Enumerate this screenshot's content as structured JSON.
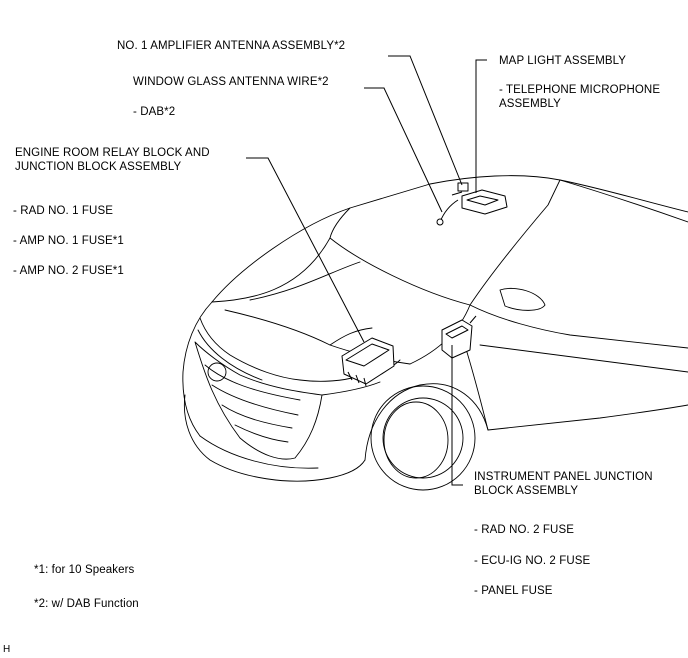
{
  "callouts": {
    "amp_antenna": "NO. 1 AMPLIFIER ANTENNA ASSEMBLY*2",
    "glass_antenna": "WINDOW GLASS ANTENNA WIRE*2",
    "dab": "- DAB*2",
    "map_light": "MAP LIGHT ASSEMBLY",
    "tel_mic_1": "- TELEPHONE MICROPHONE",
    "tel_mic_2": "ASSEMBLY",
    "engine_room_1": "ENGINE ROOM RELAY BLOCK AND",
    "engine_room_2": "JUNCTION BLOCK ASSEMBLY",
    "rad1": "- RAD NO. 1 FUSE",
    "amp1": "- AMP NO. 1 FUSE*1",
    "amp2": "- AMP NO. 2 FUSE*1",
    "ipjb_1": "INSTRUMENT PANEL JUNCTION",
    "ipjb_2": "BLOCK ASSEMBLY",
    "rad2": "- RAD NO. 2 FUSE",
    "ecu": "- ECU-IG NO. 2 FUSE",
    "panel": "- PANEL FUSE"
  },
  "notes": {
    "note1": "*1: for 10 Speakers",
    "note2": "*2: w/ DAB Function",
    "corner": "H"
  }
}
